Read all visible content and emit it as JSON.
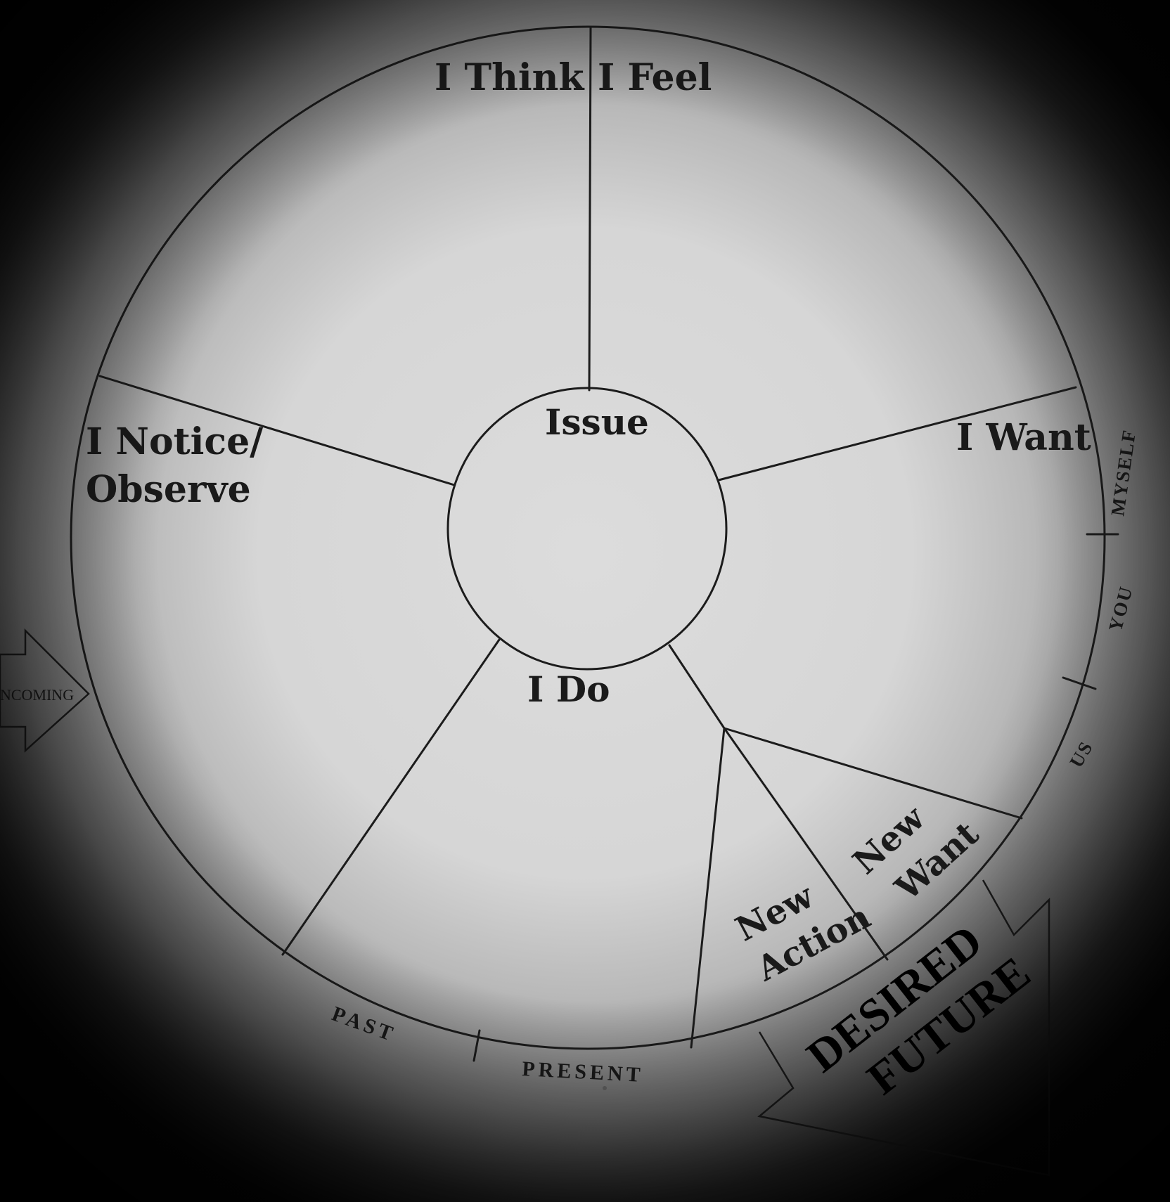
{
  "diagram": {
    "segments": {
      "think": "I Think",
      "feel": "I Feel",
      "want": "I Want",
      "notice_line1": "I Notice/",
      "notice_line2": "Observe",
      "do": "I Do",
      "issue": "Issue",
      "new_action_line1": "New",
      "new_action_line2": "Action",
      "new_want_line1": "New",
      "new_want_line2": "Want"
    },
    "rim_labels": {
      "myself": "MYSELF",
      "you": "YOU",
      "us": "US",
      "past": "PAST",
      "present": "PRESENT"
    },
    "arrows": {
      "incoming": "NCOMING",
      "desired_line1": "DESIRED",
      "desired_line2": "FUTURE"
    },
    "colors": {
      "paper": "#dcdcdc",
      "ink": "#1c1c1c",
      "background": "#0a0a0a"
    }
  }
}
